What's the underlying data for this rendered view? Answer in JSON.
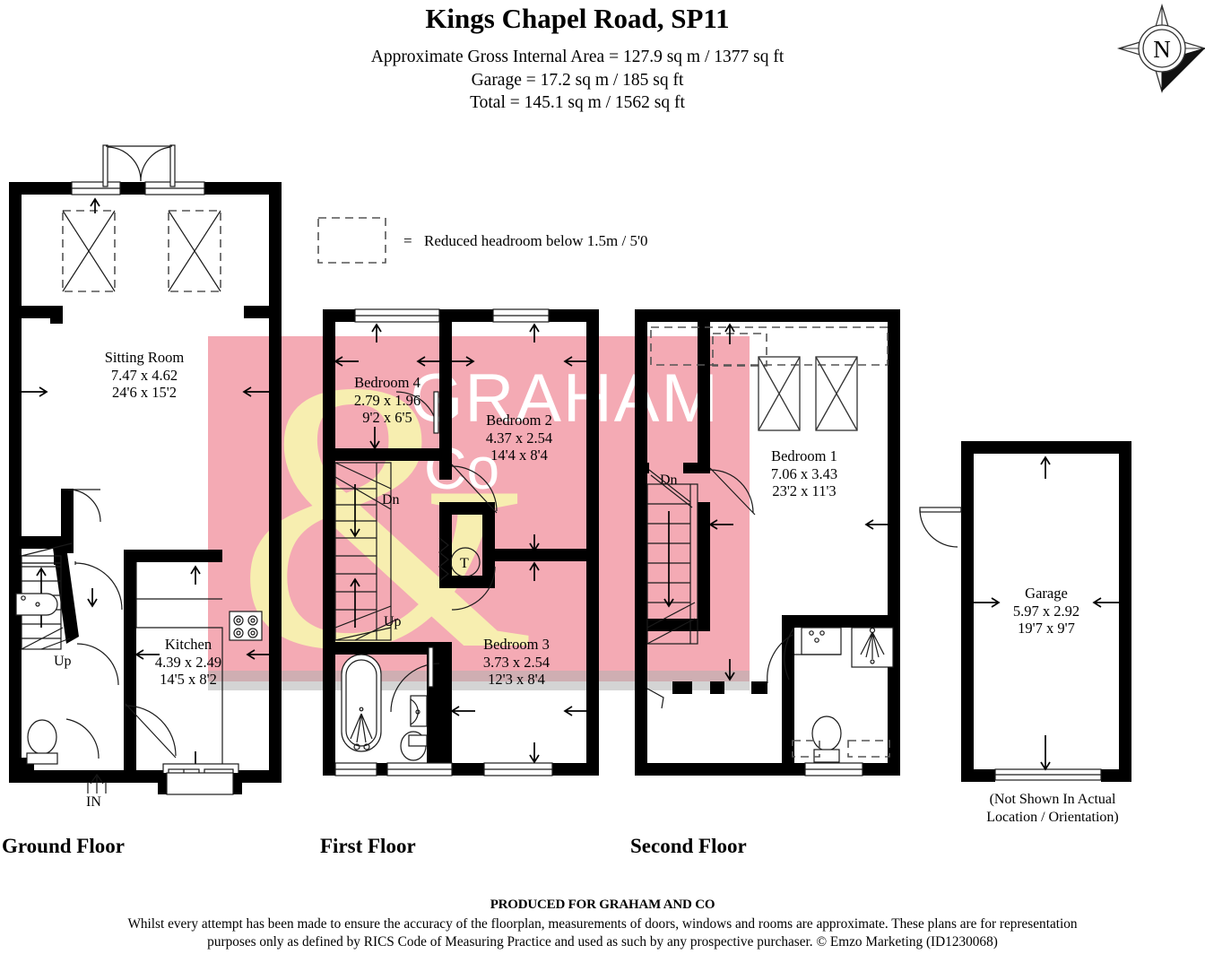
{
  "header": {
    "title": "Kings Chapel Road, SP11",
    "area_lines": [
      "Approximate Gross Internal Area = 127.9 sq m / 1377 sq ft",
      "Garage = 17.2 sq m / 185 sq ft",
      "Total = 145.1 sq m / 1562 sq ft"
    ]
  },
  "compass": {
    "label": "N"
  },
  "legend": {
    "equals": "=",
    "text": "Reduced headroom below 1.5m / 5'0"
  },
  "floors": [
    {
      "id": "ground",
      "label": "Ground Floor"
    },
    {
      "id": "first",
      "label": "First Floor"
    },
    {
      "id": "second",
      "label": "Second Floor"
    }
  ],
  "rooms": {
    "sitting_room": {
      "name": "Sitting Room",
      "metric": "7.47 x 4.62",
      "imperial": "24'6 x 15'2"
    },
    "kitchen": {
      "name": "Kitchen",
      "metric": "4.39 x 2.49",
      "imperial": "14'5 x 8'2"
    },
    "bedroom_4": {
      "name": "Bedroom 4",
      "metric": "2.79 x 1.96",
      "imperial": "9'2 x 6'5"
    },
    "bedroom_2": {
      "name": "Bedroom 2",
      "metric": "4.37 x 2.54",
      "imperial": "14'4 x 8'4"
    },
    "bedroom_3": {
      "name": "Bedroom 3",
      "metric": "3.73 x 2.54",
      "imperial": "12'3 x 8'4"
    },
    "bedroom_1": {
      "name": "Bedroom 1",
      "metric": "7.06 x 3.43",
      "imperial": "23'2 x 11'3"
    },
    "garage": {
      "name": "Garage",
      "metric": "5.97 x 2.92",
      "imperial": "19'7 x 9'7"
    }
  },
  "markers": {
    "up_ground": "Up",
    "in_label": "IN",
    "dn_first": "Dn",
    "up_first": "Up",
    "tank": "T",
    "dn_second": "Dn"
  },
  "garage_note": {
    "line1": "(Not Shown In Actual",
    "line2": "Location / Orientation)"
  },
  "watermark": {
    "brand_line1": "GRAHAM",
    "brand_line2": "Co",
    "ampersand": "&"
  },
  "footer": {
    "heading": "PRODUCED FOR GRAHAM AND CO",
    "line1": "Whilst every attempt has been made to ensure the accuracy of the floorplan, measurements of doors, windows and rooms are approximate. These plans are for representation",
    "line2": "purposes only as defined by RICS Code of Measuring Practice and used as such by any prospective purchaser. © Emzo Marketing (ID1230068)"
  },
  "colors": {
    "wall": "#000000",
    "watermark_pink": "#f4aab4",
    "watermark_yellow": "#f7eeb0",
    "watermark_white": "#ffffff",
    "watermark_gray_band": "#b0b0b0",
    "paper": "#ffffff"
  }
}
